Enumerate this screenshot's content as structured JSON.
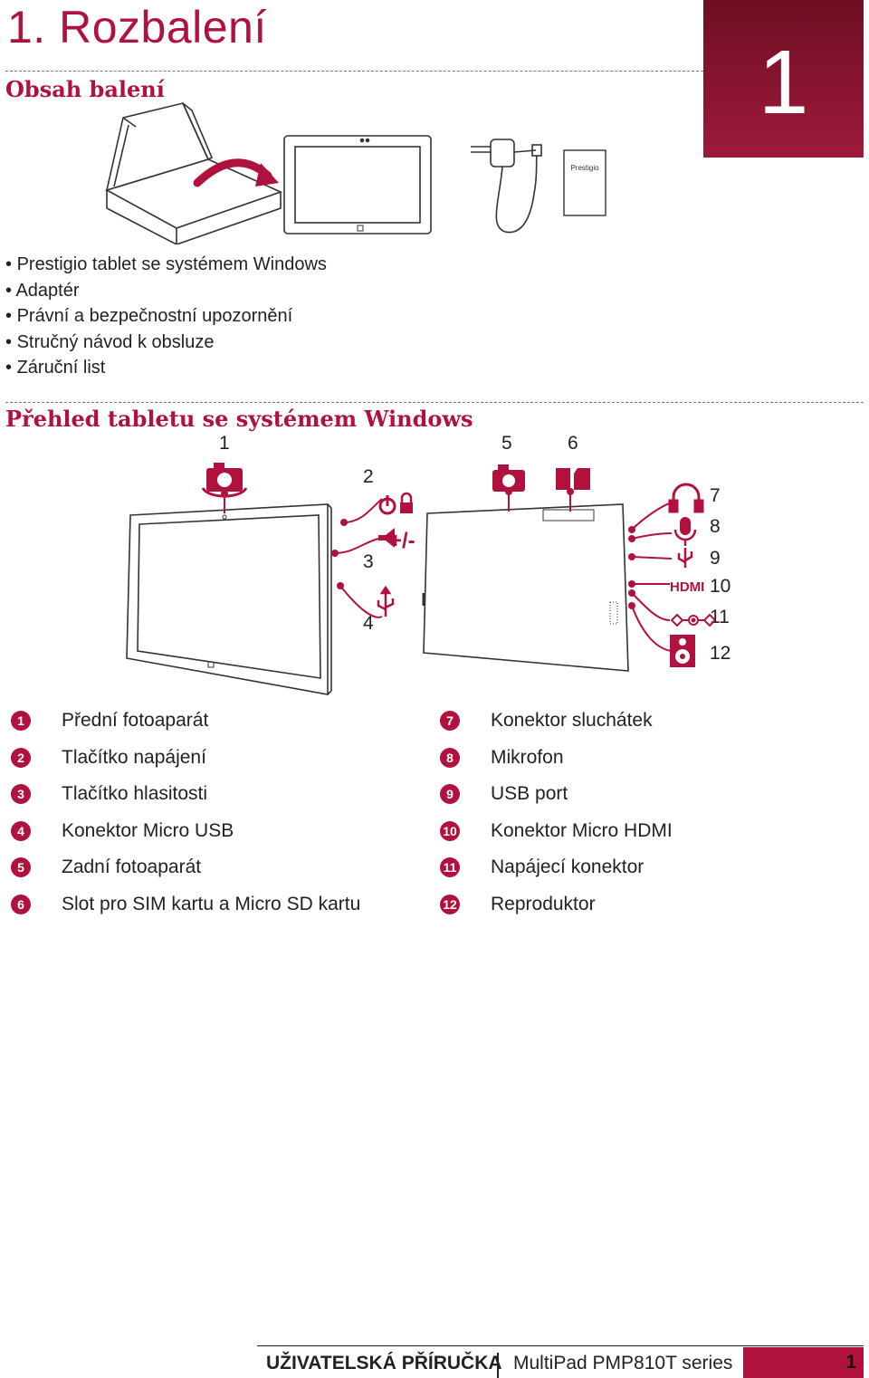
{
  "chapter": {
    "title": "1.  Rozbalení",
    "number": "1"
  },
  "contents": {
    "heading": "Obsah balení",
    "items": [
      "Prestigio tablet se systémem Windows",
      "Adaptér",
      "Právní a bezpečnostní upozornění",
      "Stručný návod k obsluze",
      "Záruční list"
    ],
    "booklet_logo": "Prestigio"
  },
  "overview": {
    "heading": "Přehled tabletu se systémem Windows",
    "callouts": [
      "1",
      "2",
      "3",
      "4",
      "5",
      "6",
      "7",
      "8",
      "9",
      "10",
      "11",
      "12"
    ],
    "hdmi_label": "HDMI",
    "volume_label": "+/-"
  },
  "legend": {
    "left": [
      {
        "num": "1",
        "text": "Přední fotoaparát"
      },
      {
        "num": "2",
        "text": "Tlačítko napájení"
      },
      {
        "num": "3",
        "text": "Tlačítko hlasitosti"
      },
      {
        "num": "4",
        "text": "Konektor Micro USB"
      },
      {
        "num": "5",
        "text": "Zadní fotoaparát"
      },
      {
        "num": "6",
        "text": "Slot pro SIM kartu a Micro SD kartu"
      }
    ],
    "right": [
      {
        "num": "7",
        "text": "Konektor sluchátek"
      },
      {
        "num": "8",
        "text": "Mikrofon"
      },
      {
        "num": "9",
        "text": "USB port"
      },
      {
        "num": "10",
        "text": "Konektor Micro HDMI"
      },
      {
        "num": "11",
        "text": "Napájecí konektor"
      },
      {
        "num": "12",
        "text": "Reproduktor"
      }
    ]
  },
  "footer": {
    "manual": "UŽIVATELSKÁ PŘÍRUČKA",
    "model": "MultiPad PMP810T series",
    "page": "1"
  },
  "colors": {
    "accent": "#b0123d",
    "chapter_box_dark": "#6e0f22"
  }
}
